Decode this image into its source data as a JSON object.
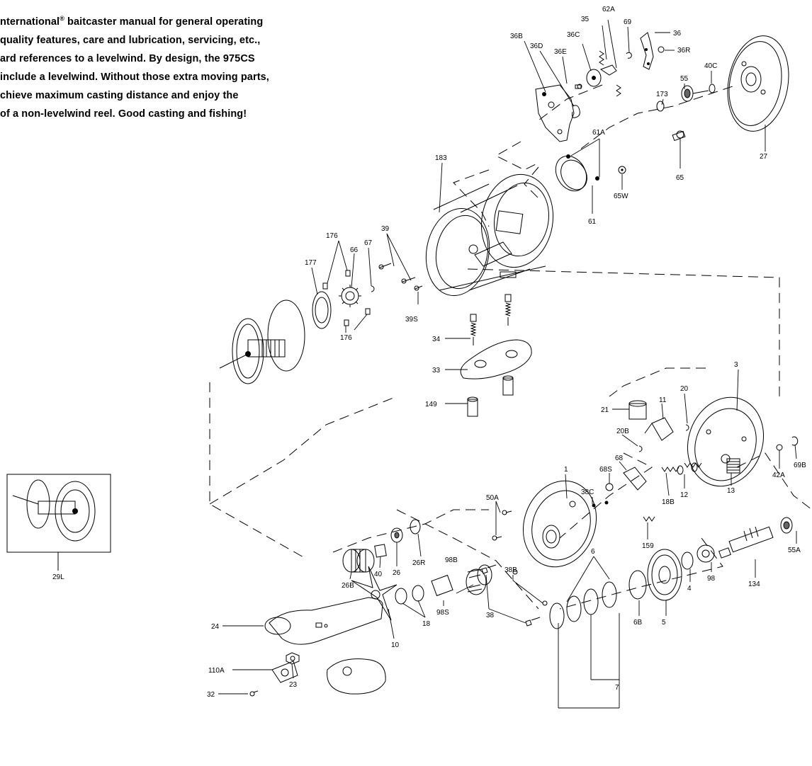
{
  "intro": {
    "line1_pre": "nternational",
    "line1_reg": "®",
    "line1_post": " baitcaster manual for general operating",
    "line2": "quality features, care and lubrication, servicing, etc.,",
    "line3": "ard references to a levelwind.  By design, the 975CS",
    "line4": "include a levelwind.  Without those extra moving parts,",
    "line5": "chieve maximum casting distance and enjoy the",
    "line6": " of a non-levelwind reel.  Good casting and fishing!"
  },
  "callouts": {
    "c62A": "62A",
    "c35": "35",
    "c69": "69",
    "c36C": "36C",
    "c36": "36",
    "c36B": "36B",
    "c36D": "36D",
    "c36E": "36E",
    "c36R": "36R",
    "c55": "55",
    "c40C": "40C",
    "c173": "173",
    "c27": "27",
    "c61A": "61A",
    "c65W": "65W",
    "c65": "65",
    "c61": "61",
    "c183": "183",
    "c39": "39",
    "c176a": "176",
    "c67": "67",
    "c66": "66",
    "c177": "177",
    "c39S": "39S",
    "c176b": "176",
    "c34": "34",
    "c33": "33",
    "c149": "149",
    "c3": "3",
    "c20": "20",
    "c21": "21",
    "c11": "11",
    "c20B": "20B",
    "c68": "68",
    "c68S": "68S",
    "c42A": "42A",
    "c69B": "69B",
    "c12": "12",
    "c13": "13",
    "c18B": "18B",
    "c1": "1",
    "c38C": "38C",
    "c50A": "50A",
    "c159": "159",
    "c26R": "26R",
    "c26": "26",
    "c40": "40",
    "c26B": "26B",
    "c98B": "98B",
    "c38B": "38B",
    "c38": "38",
    "c98S": "98S",
    "c6": "6",
    "c6B": "6B",
    "c5": "5",
    "c4": "4",
    "c98": "98",
    "c134": "134",
    "c55A": "55A",
    "c7": "7",
    "c18": "18",
    "c10": "10",
    "c24": "24",
    "c110A": "110A",
    "c23": "23",
    "c32": "32",
    "c29L": "29L"
  }
}
